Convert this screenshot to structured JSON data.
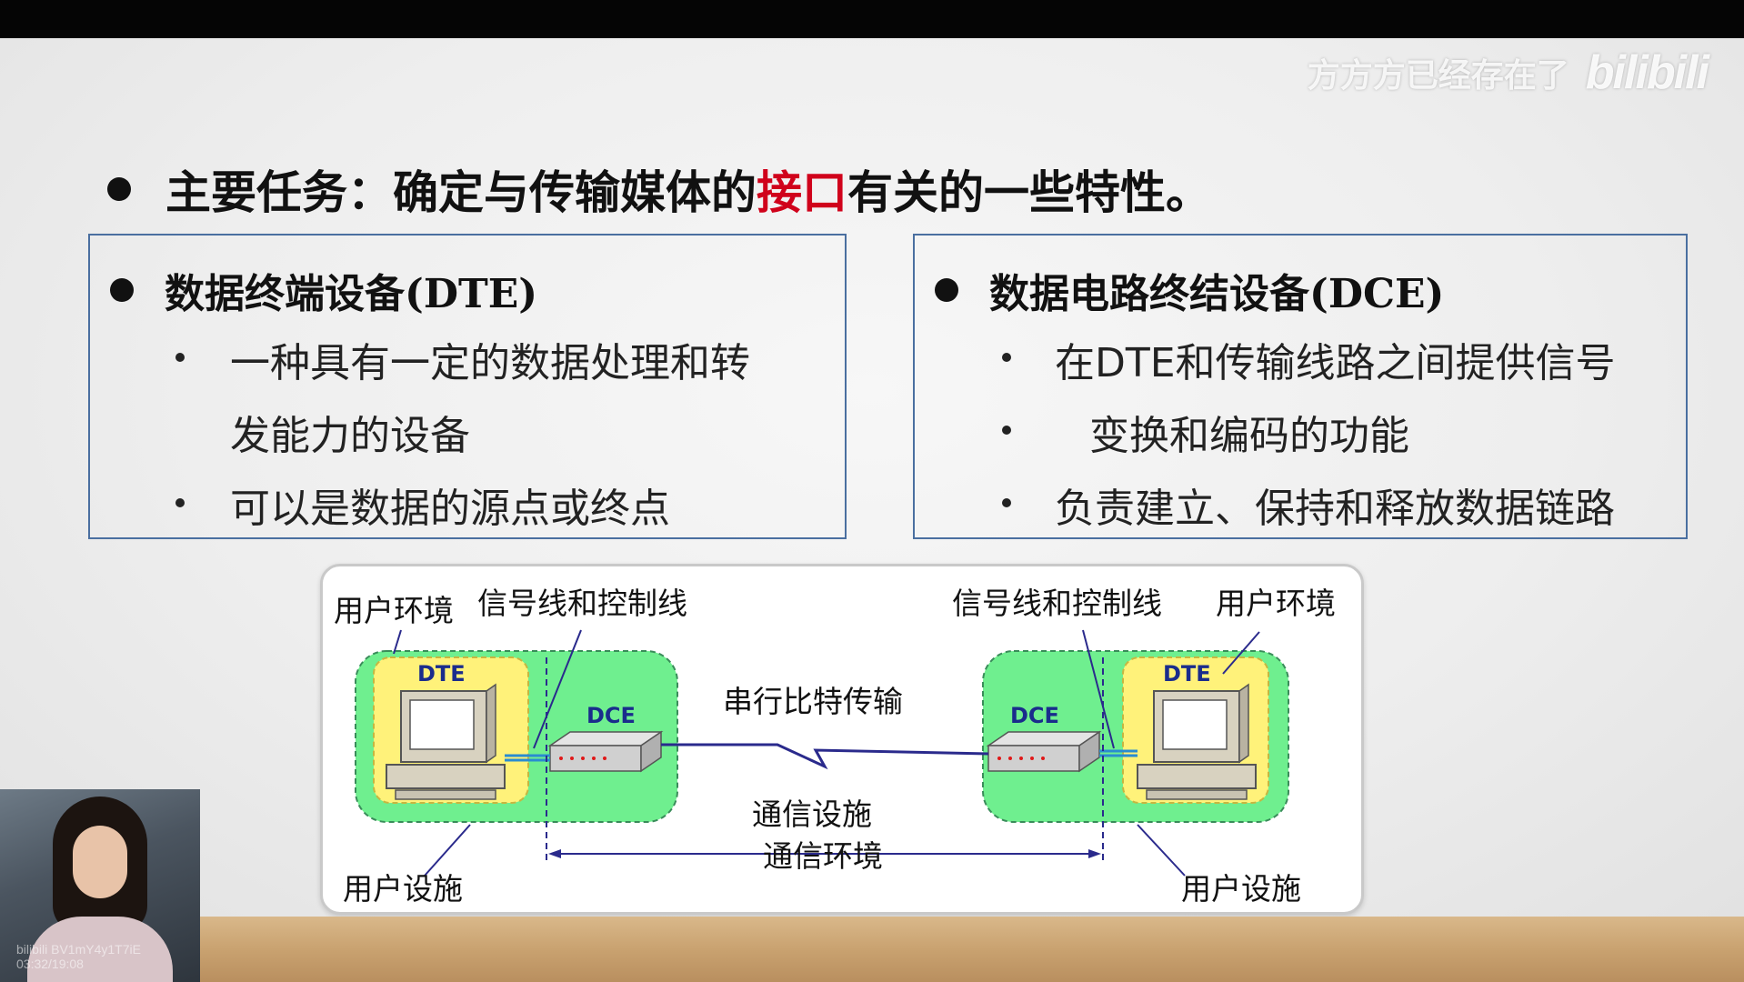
{
  "watermark": {
    "user": "方方方已经存在了",
    "logo": "bilibili"
  },
  "main_task": {
    "prefix": "主要任务：确定与传输媒体的",
    "highlight": "接口",
    "suffix": "有关的一些特性。"
  },
  "dte": {
    "title": "数据终端设备(DTE)",
    "items": [
      {
        "line1": "一种具有一定的数据处理和转",
        "line2": "发能力的设备"
      },
      {
        "line1": "可以是数据的源点或终点"
      }
    ]
  },
  "dce": {
    "title": "数据电路终结设备(DCE)",
    "items": [
      "在DTE和传输线路之间提供信号",
      "变换和编码的功能",
      "负责建立、保持和释放数据链路"
    ]
  },
  "diagram": {
    "user_env_left": "用户环境",
    "signal_left": "信号线和控制线",
    "signal_right": "信号线和控制线",
    "user_env_right": "用户环境",
    "dte_left": "DTE",
    "dte_right": "DTE",
    "dce_left": "DCE",
    "dce_right": "DCE",
    "serial": "串行比特传输",
    "comm_facility": "通信设施",
    "comm_env": "通信环境",
    "user_facility_left": "用户设施",
    "user_facility_right": "用户设施"
  },
  "webcam": {
    "caption": "bilibili BV1mY4y1T7iE 03:32/19:08"
  },
  "colors": {
    "highlight": "#d0021b",
    "box_border": "#4a6fa0",
    "zone_green": "#6fef8f",
    "dte_yellow": "#fff27a",
    "label_blue": "#1a2c8c"
  }
}
